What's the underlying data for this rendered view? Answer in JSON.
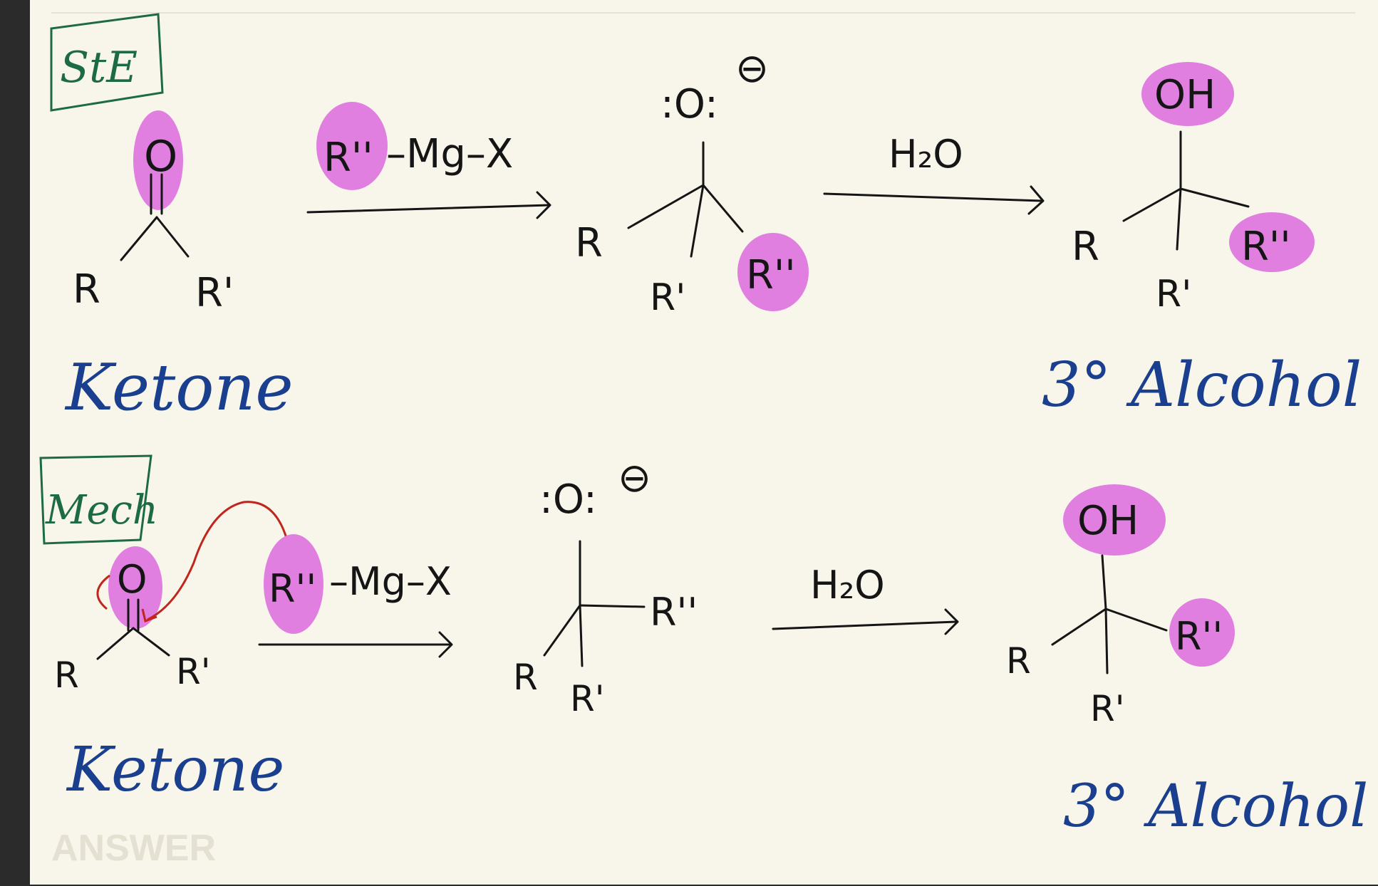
{
  "header": {
    "section": "StE"
  },
  "top": {
    "reactant_label": "Ketone",
    "carbonyl_o": "O",
    "r": "R",
    "r_prime": "R'",
    "reagent": {
      "r_double_prime": "R''",
      "rest": "–Mg–X"
    },
    "intermediate": {
      "oxygen": ":O:",
      "charge": "⊖",
      "r": "R",
      "r_prime": "R'",
      "r_double_prime": "R''"
    },
    "step2": "H₂O",
    "product": {
      "oh": "OH",
      "r": "R",
      "r_prime": "R'",
      "r_double_prime": "R''"
    },
    "product_label": "3° Alcohol"
  },
  "mech": {
    "section": "Mech",
    "reactant_label": "Ketone",
    "carbonyl_o": "O",
    "r": "R",
    "r_prime": "R'",
    "reagent": {
      "r_double_prime": "R''",
      "rest": "–Mg–X"
    },
    "intermediate": {
      "oxygen": ":O:",
      "charge": "⊖",
      "r": "R",
      "r_prime": "R'",
      "r_double_prime": "R''"
    },
    "step2": "H₂O",
    "product": {
      "oh": "OH",
      "r": "R",
      "r_prime": "R'",
      "r_double_prime": "R''"
    },
    "product_label": "3° Alcohol"
  },
  "watermark": "ANSWER",
  "colors": {
    "highlight": "#e07fe0",
    "label_blue": "#1b3f8f",
    "section_green": "#1d6b45",
    "arrow_red": "#c0261d"
  }
}
